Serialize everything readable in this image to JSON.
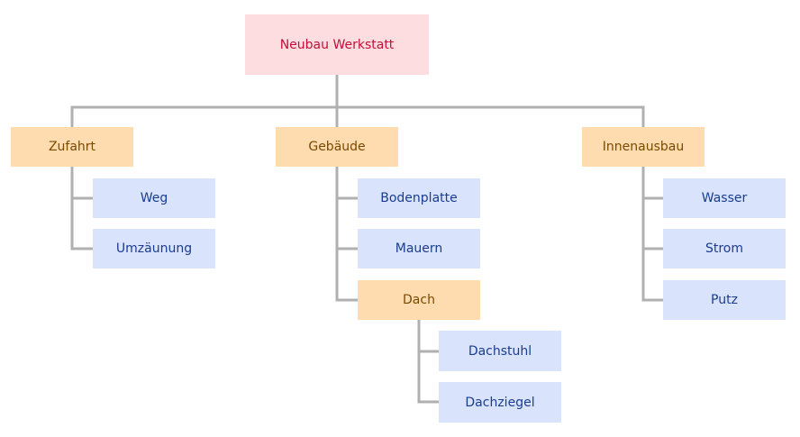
{
  "colors": {
    "connector": "#b0b0b0",
    "root_fill": "#fddde0",
    "root_text": "#c0103a",
    "branch_fill": "#fedcb0",
    "branch_text": "#7a4a00",
    "leaf_fill": "#d9e3fb",
    "leaf_text": "#1a3d8f"
  },
  "tree": {
    "root": "Neubau Werkstatt",
    "zufahrt": {
      "label": "Zufahrt",
      "children": [
        "Weg",
        "Umzäunung"
      ]
    },
    "gebaeude": {
      "label": "Gebäude",
      "children": [
        "Bodenplatte",
        "Mauern"
      ],
      "dach": {
        "label": "Dach",
        "children": [
          "Dachstuhl",
          "Dachziegel"
        ]
      }
    },
    "innenausbau": {
      "label": "Innenausbau",
      "children": [
        "Wasser",
        "Strom",
        "Putz"
      ]
    }
  }
}
